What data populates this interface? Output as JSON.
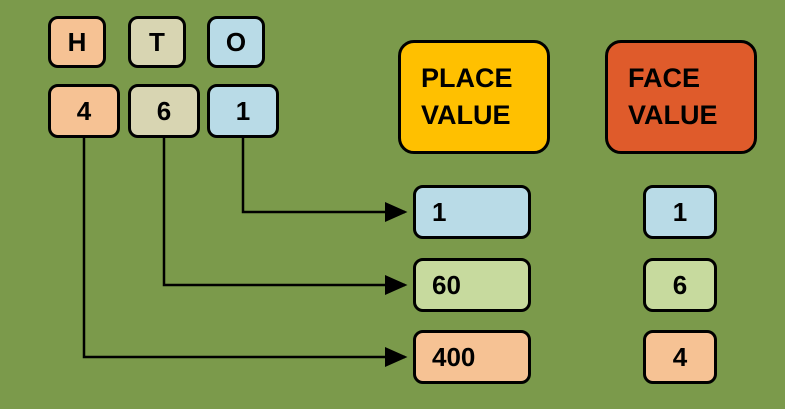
{
  "colors": {
    "background": "#7b9a4b",
    "peach": "#f6c294",
    "tan": "#d8d5b2",
    "blue": "#b9dbe7",
    "green": "#c7da9e",
    "yellow": "#ffc000",
    "red": "#df5b2b"
  },
  "columns": [
    {
      "letter": "H",
      "digit": "4"
    },
    {
      "letter": "T",
      "digit": "6"
    },
    {
      "letter": "O",
      "digit": "1"
    }
  ],
  "place_value_header": {
    "line1": "PLACE",
    "line2": "VALUE"
  },
  "face_value_header": {
    "line1": "FACE",
    "line2": "VALUE"
  },
  "place_values": [
    "1",
    "60",
    "400"
  ],
  "face_values": [
    "1",
    "6",
    "4"
  ]
}
